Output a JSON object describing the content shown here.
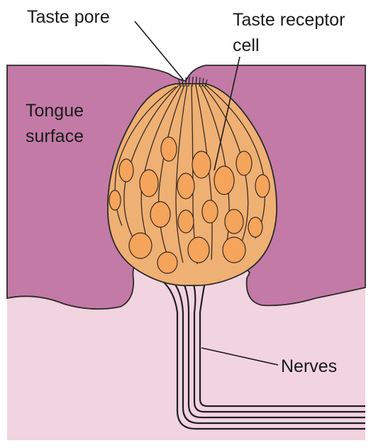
{
  "labels": {
    "taste_pore": "Taste pore",
    "taste_receptor_line1": "Taste receptor",
    "taste_receptor_line2": "cell",
    "tongue_line1": "Tongue",
    "tongue_line2": "surface",
    "nerves": "Nerves"
  },
  "colors": {
    "tongue_surface": "#c47aa6",
    "tissue_below": "#f2d3e0",
    "taste_bud": "#efb074",
    "cell_nucleus": "#f5a45c",
    "outline": "#2a2a2a"
  }
}
